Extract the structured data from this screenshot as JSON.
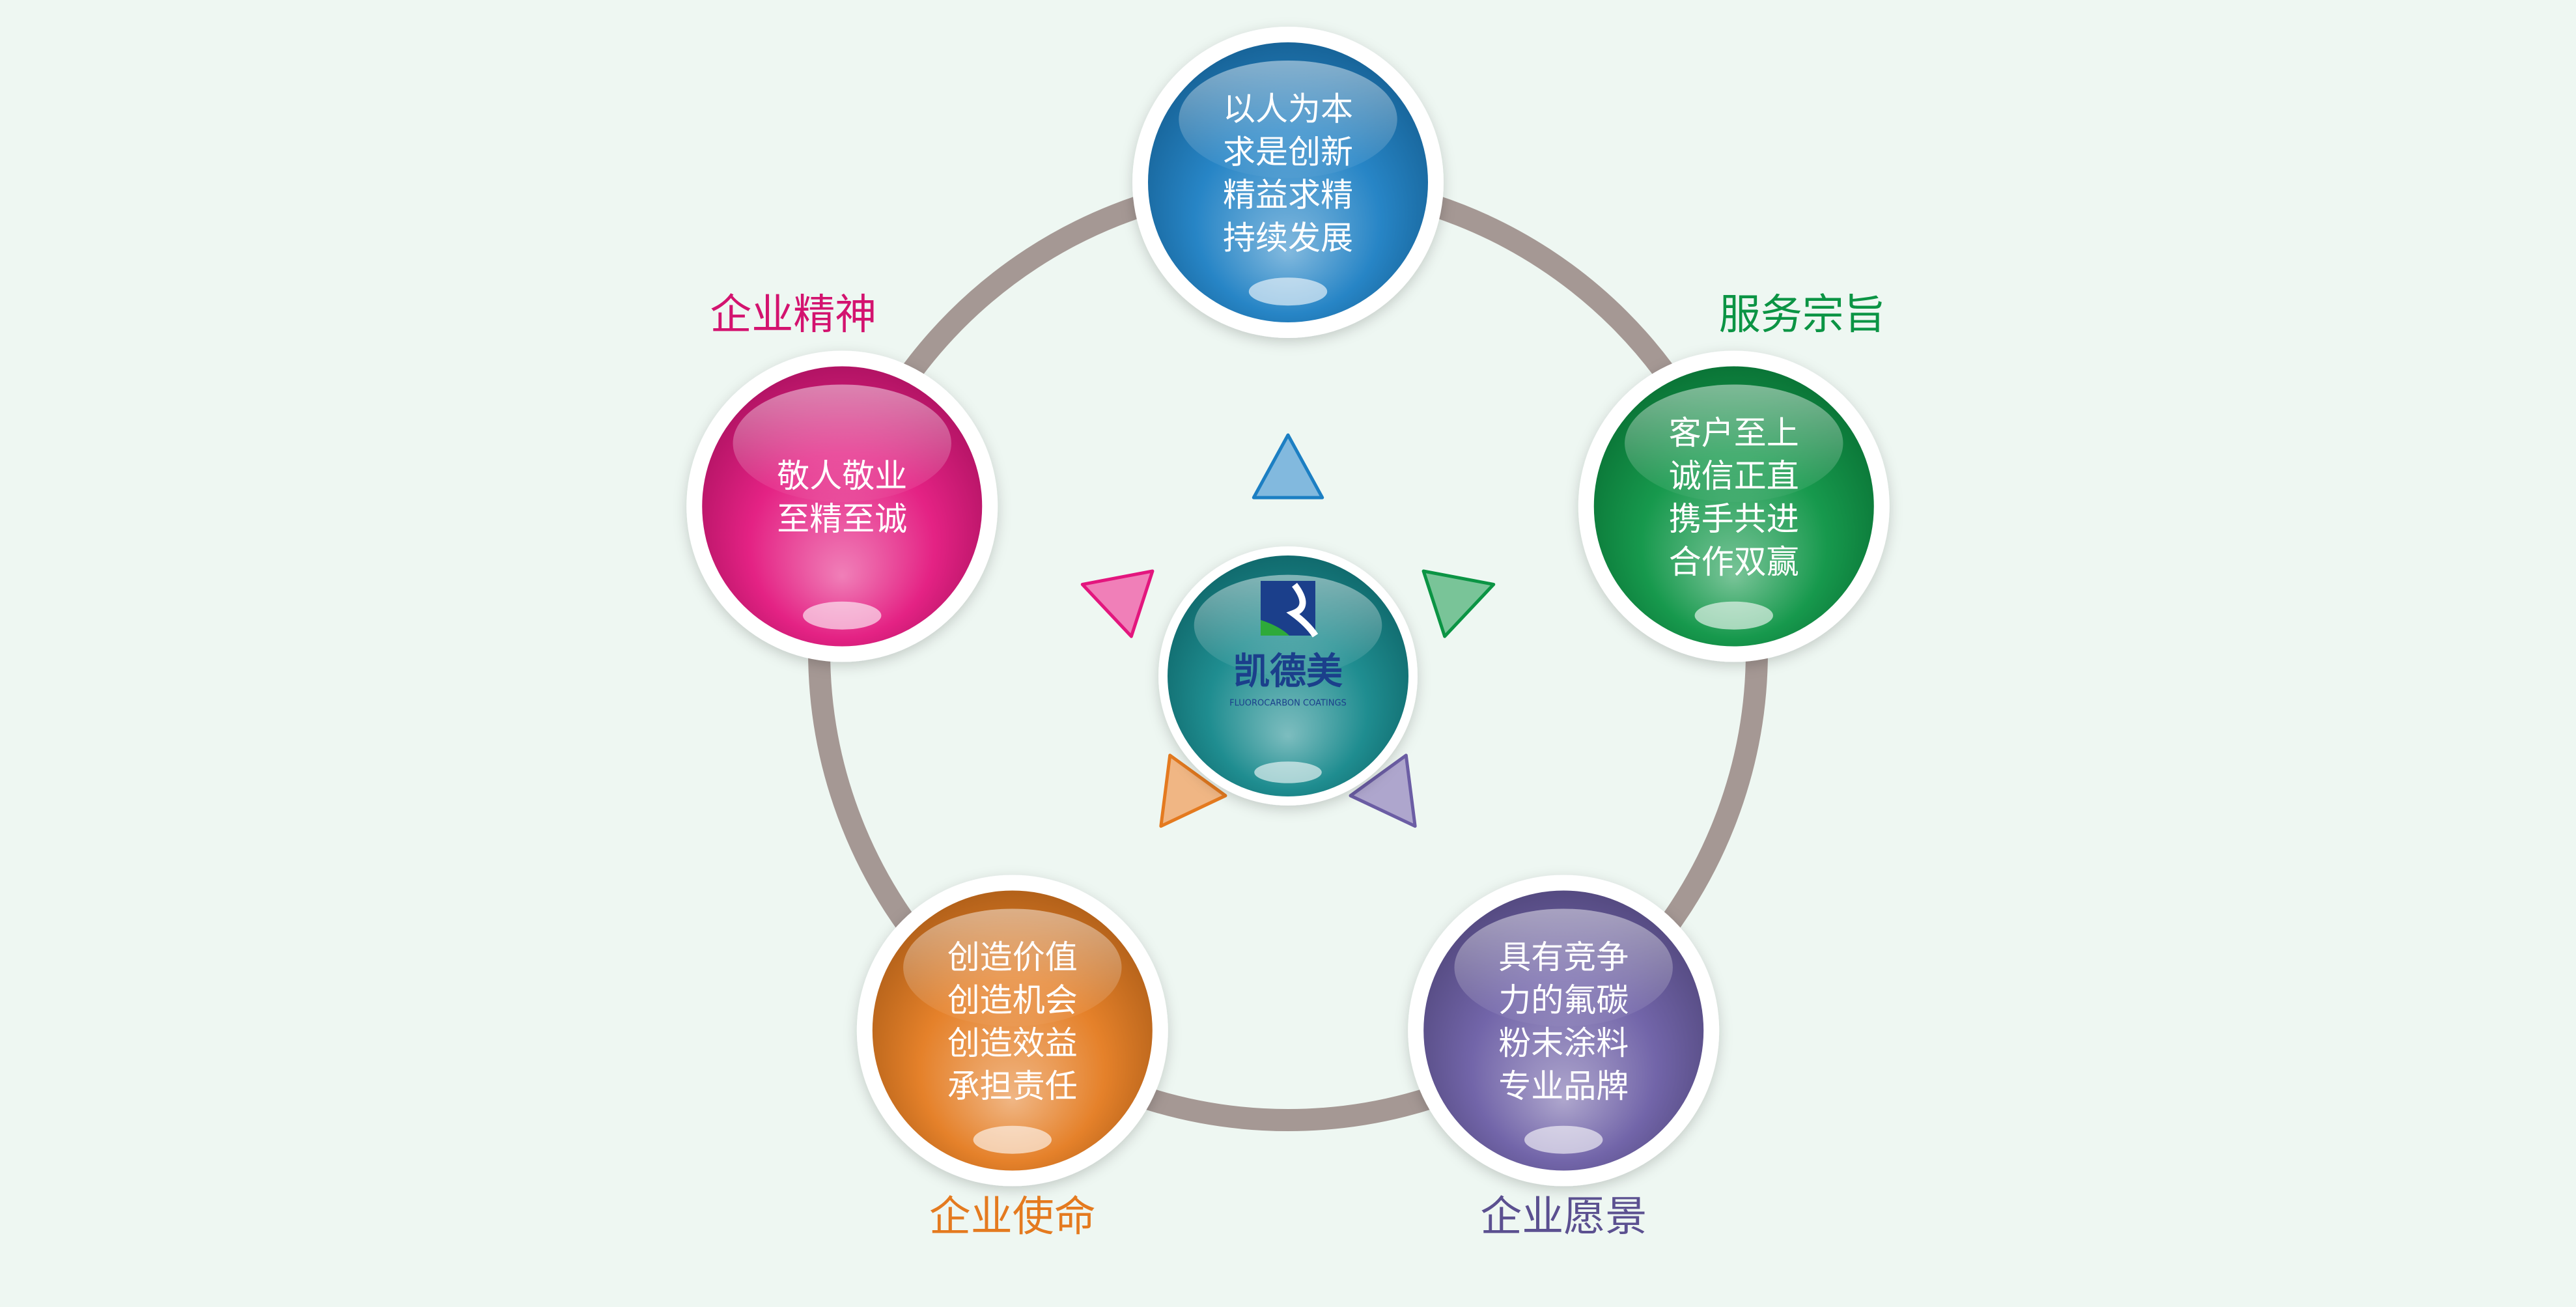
{
  "colors": {
    "background": "#eef7f2",
    "ring": "#a59894",
    "blue": "#1c7fc3",
    "green": "#0b9444",
    "purple": "#6b5da4",
    "orange": "#e47a1f",
    "magenta": "#e3167e",
    "center": "#13878a",
    "logo_navy": "#1b3f8b"
  },
  "center": {
    "name": "凯德美",
    "tagline": "FLUOROCARBON COATINGS"
  },
  "nodes": [
    {
      "id": "philosophy",
      "title": "经营理念",
      "color": "#1c7fc3",
      "title_color": "#1c7fc3",
      "text_color": "#ffffff",
      "lines": [
        "以人为本",
        "求是创新",
        "精益求精",
        "持续发展"
      ]
    },
    {
      "id": "service",
      "title": "服务宗旨",
      "color": "#0b9444",
      "title_color": "#0b9444",
      "text_color": "#ffffff",
      "lines": [
        "客户至上",
        "诚信正直",
        "携手共进",
        "合作双赢"
      ]
    },
    {
      "id": "vision",
      "title": "企业愿景",
      "color": "#6b5da4",
      "title_color": "#5b5090",
      "text_color": "#ffffff",
      "lines": [
        "具有竞争",
        "力的氟碳",
        "粉末涂料",
        "专业品牌"
      ]
    },
    {
      "id": "mission",
      "title": "企业使命",
      "color": "#e47a1f",
      "title_color": "#e47a1f",
      "text_color": "#6a5a50",
      "lines": [
        "创造价值",
        "创造机会",
        "创造效益",
        "承担责任"
      ]
    },
    {
      "id": "spirit",
      "title": "企业精神",
      "color": "#e3167e",
      "title_color": "#d3136f",
      "text_color": "#ffffff",
      "lines": [
        "敬人敬业",
        "至精至诚"
      ]
    }
  ]
}
